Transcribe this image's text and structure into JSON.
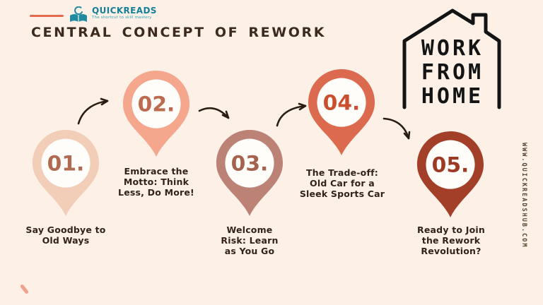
{
  "page": {
    "background": "#fdf1e7"
  },
  "header": {
    "title": "CENTRAL CONCEPT OF REWORK",
    "title_color": "#3b2a1d",
    "accent_line_color": "#e4694d",
    "logo": {
      "name": "QUICKREADS",
      "tagline": "The shortcut to skill mastery",
      "brand_color": "#157f98"
    }
  },
  "wfh_logo": {
    "line1": "WORK",
    "line2": "FROM",
    "line3": "HOME"
  },
  "steps": [
    {
      "number": "01.",
      "label": "Say Goodbye to\nOld Ways",
      "pin_color": "#f2cdb8",
      "number_color": "#b06a50"
    },
    {
      "number": "02.",
      "label": "Embrace the\nMotto: Think\nLess, Do More!",
      "pin_color": "#f4a78d",
      "number_color": "#bd6b50"
    },
    {
      "number": "03.",
      "label": "Welcome\nRisk: Learn\nas You Go",
      "pin_color": "#bd8276",
      "number_color": "#a5624e"
    },
    {
      "number": "04.",
      "label": "The Trade-off:\nOld Car for a\nSleek Sports Car",
      "pin_color": "#dc6a4e",
      "number_color": "#c8502f"
    },
    {
      "number": "05.",
      "label": "Ready to Join\nthe Rework\nRevolution?",
      "pin_color": "#a33f28",
      "number_color": "#9c3a24"
    }
  ],
  "footer": {
    "website": "WWW.QUICKREADSHUB.COM"
  }
}
